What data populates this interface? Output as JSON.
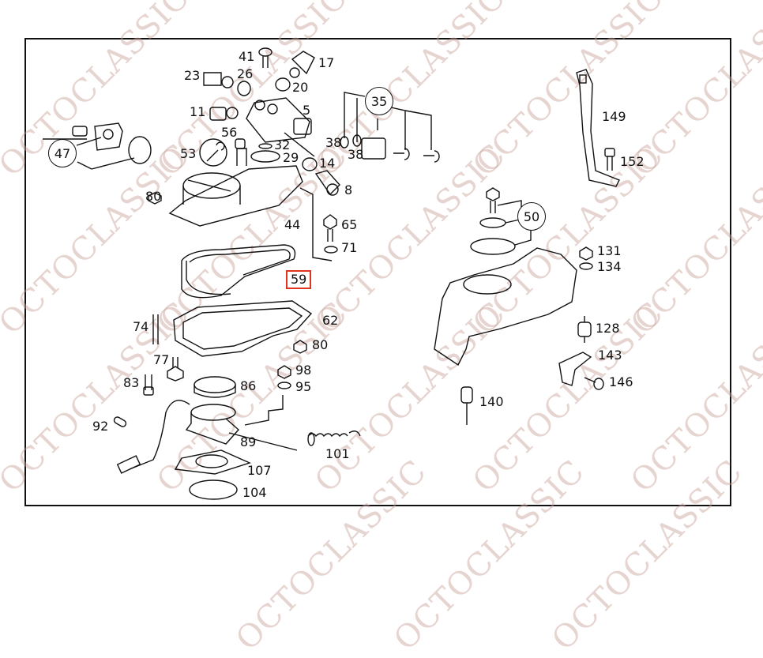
{
  "diagram": {
    "title": "Exploded parts diagram – carburetor / throttle housing assembly",
    "watermark": "OCTOCLASSIC",
    "watermark_color": "#d9b8b0",
    "highlight_color": "#e0341e",
    "highlighted_part": "59",
    "part_labels": [
      {
        "id": "p41",
        "text": "41"
      },
      {
        "id": "p17",
        "text": "17"
      },
      {
        "id": "p23",
        "text": "23"
      },
      {
        "id": "p26",
        "text": "26"
      },
      {
        "id": "p20",
        "text": "20"
      },
      {
        "id": "p11",
        "text": "11"
      },
      {
        "id": "p5",
        "text": "5"
      },
      {
        "id": "p56",
        "text": "56"
      },
      {
        "id": "p53",
        "text": "53"
      },
      {
        "id": "p32",
        "text": "32"
      },
      {
        "id": "p29",
        "text": "29"
      },
      {
        "id": "p14",
        "text": "14"
      },
      {
        "id": "p8",
        "text": "8"
      },
      {
        "id": "p80a",
        "text": "80"
      },
      {
        "id": "p44",
        "text": "44"
      },
      {
        "id": "p65",
        "text": "65"
      },
      {
        "id": "p71",
        "text": "71"
      },
      {
        "id": "p59",
        "text": "59"
      },
      {
        "id": "p74",
        "text": "74"
      },
      {
        "id": "p62",
        "text": "62"
      },
      {
        "id": "p80b",
        "text": "80"
      },
      {
        "id": "p77",
        "text": "77"
      },
      {
        "id": "p98",
        "text": "98"
      },
      {
        "id": "p83",
        "text": "83"
      },
      {
        "id": "p86",
        "text": "86"
      },
      {
        "id": "p95",
        "text": "95"
      },
      {
        "id": "p92",
        "text": "92"
      },
      {
        "id": "p89",
        "text": "89"
      },
      {
        "id": "p101",
        "text": "101"
      },
      {
        "id": "p107",
        "text": "107"
      },
      {
        "id": "p104",
        "text": "104"
      },
      {
        "id": "p38a",
        "text": "38"
      },
      {
        "id": "p38b",
        "text": "38"
      },
      {
        "id": "p149",
        "text": "149"
      },
      {
        "id": "p152",
        "text": "152"
      },
      {
        "id": "p131",
        "text": "131"
      },
      {
        "id": "p134",
        "text": "134"
      },
      {
        "id": "p128",
        "text": "128"
      },
      {
        "id": "p143",
        "text": "143"
      },
      {
        "id": "p146",
        "text": "146"
      },
      {
        "id": "p140",
        "text": "140"
      }
    ],
    "group_labels": [
      {
        "id": "g47",
        "text": "47"
      },
      {
        "id": "g35",
        "text": "35"
      },
      {
        "id": "g50",
        "text": "50"
      }
    ]
  }
}
